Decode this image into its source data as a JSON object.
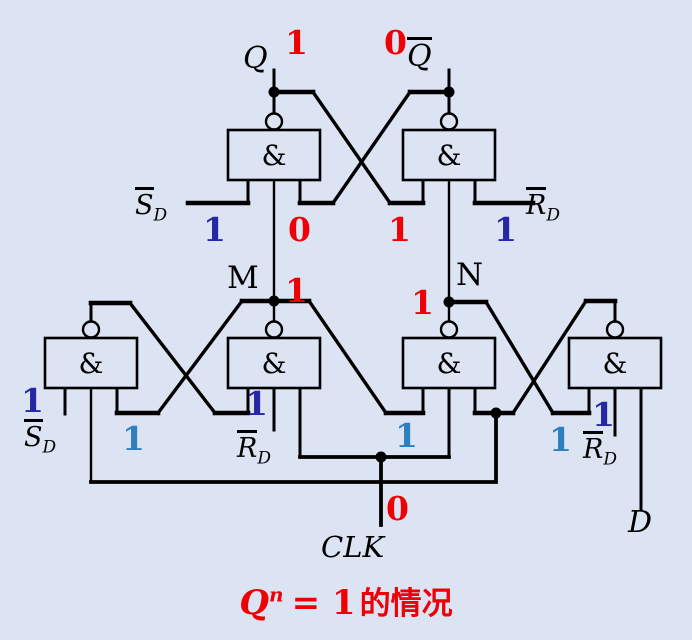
{
  "gate_symbol": "&",
  "labels": {
    "q": "Q",
    "q_bar": "Q",
    "s_d": {
      "base": "S",
      "sub": "D"
    },
    "r_d": {
      "base": "R",
      "sub": "D"
    },
    "m": "M",
    "n": "N",
    "clk": "CLK",
    "d": "D"
  },
  "values": {
    "q": "1",
    "q_bar": "0",
    "g5_set": "1",
    "g5_cross": "0",
    "g6_cross": "1",
    "g6_reset": "1",
    "m": "1",
    "n": "1",
    "g1_set": "1",
    "g1_out": "1",
    "g2_reset": "1",
    "m_to_g3": "1",
    "n_to_g4": "1",
    "g4_reset": "1",
    "clk": "0"
  },
  "caption": {
    "variable": "Q",
    "superscript": "n",
    "equals": "= 1",
    "suffix_zh": "的情况"
  },
  "colors": {
    "background": "#dce3f3",
    "wire": "#000000",
    "red_value": "#ee0004",
    "navy_value": "#2626a6",
    "steel_value": "#2f7ec0",
    "node_letter": "#7030a0",
    "caption": "#ee0004"
  }
}
